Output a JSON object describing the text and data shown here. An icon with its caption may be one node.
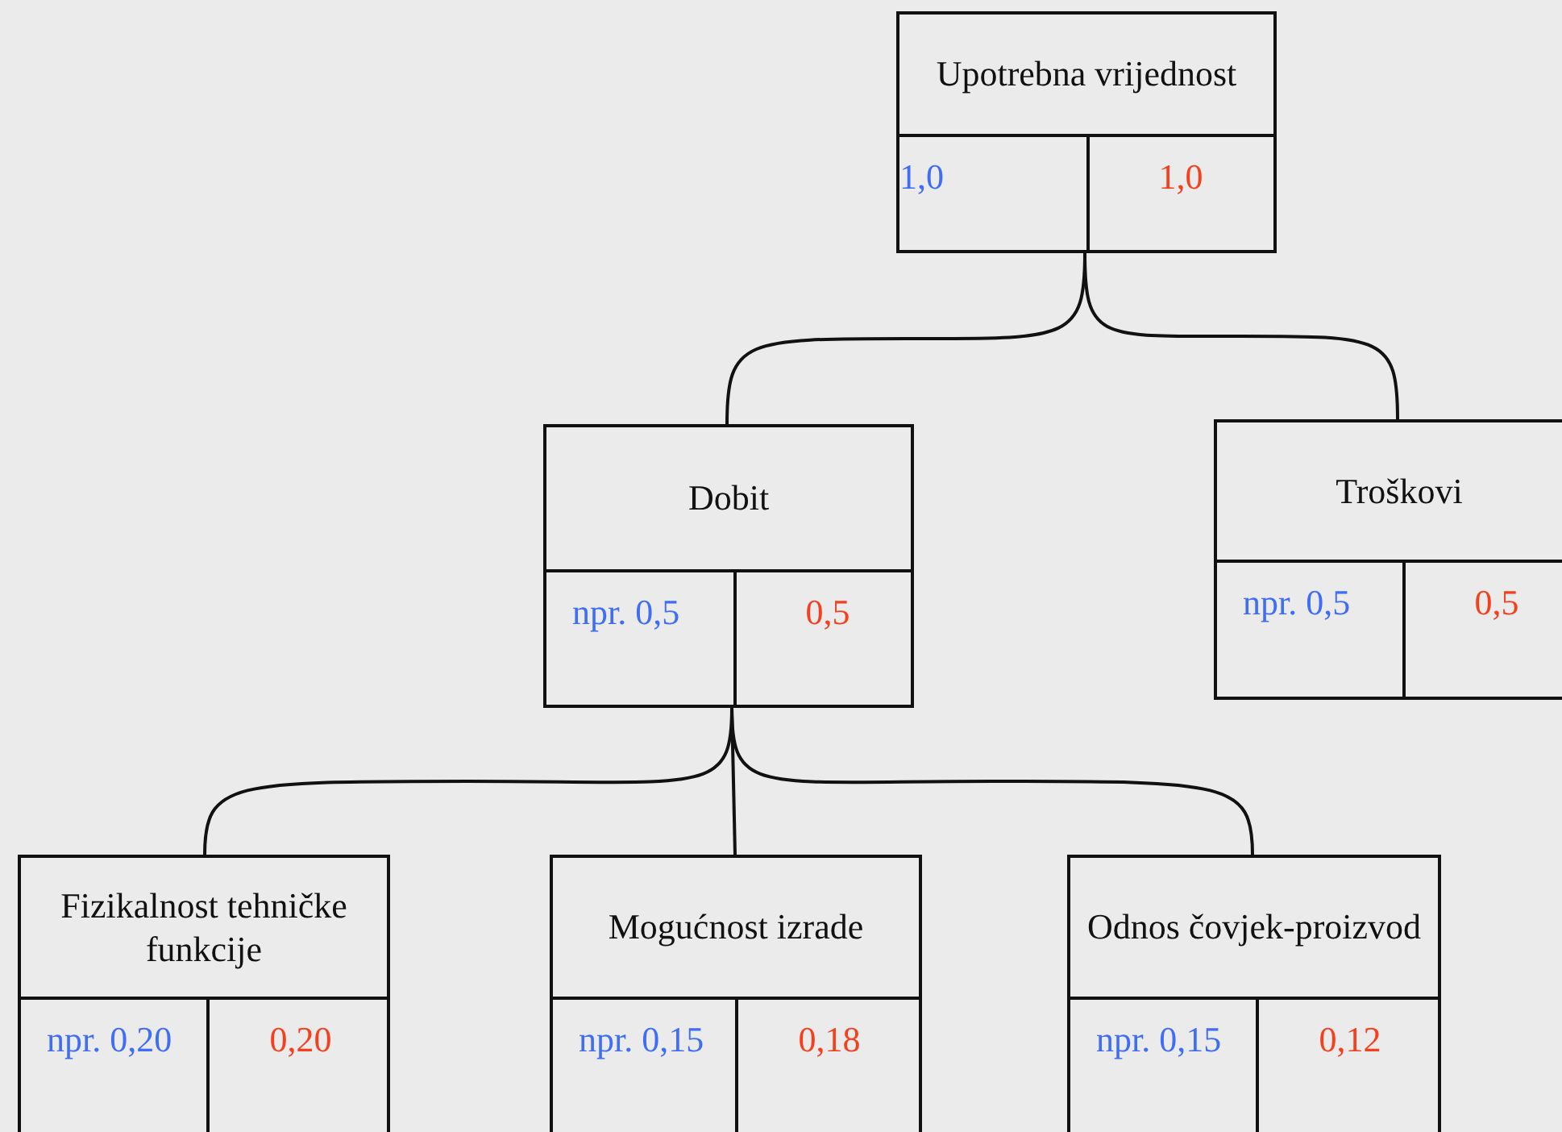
{
  "diagram": {
    "nodes": [
      {
        "text": [
          "Upotrebna vrijednost",
          "1,0",
          "1,0"
        ]
      },
      {
        "text": [
          "Dobit",
          "npr. 0,5",
          "0,5"
        ]
      },
      {
        "text": [
          "Troškovi",
          "npr. 0,5",
          "0,5"
        ]
      },
      {
        "text": [
          "Fizikalnost tehničke funkcije",
          "npr. 0,20",
          "0,20"
        ]
      },
      {
        "text": [
          "Mogućnost izrade",
          "npr. 0,15",
          "0,18"
        ]
      },
      {
        "text": [
          "Odnos čovjek-proizvod",
          "npr. 0,15",
          "0,12"
        ]
      }
    ],
    "edges": [
      {
        "from": 0,
        "to": 1,
        "arrow": "none"
      },
      {
        "from": 0,
        "to": 2,
        "arrow": "none"
      },
      {
        "from": 1,
        "to": 3,
        "arrow": "none"
      },
      {
        "from": 1,
        "to": 4,
        "arrow": "none"
      },
      {
        "from": 1,
        "to": 5,
        "arrow": "none"
      }
    ]
  }
}
